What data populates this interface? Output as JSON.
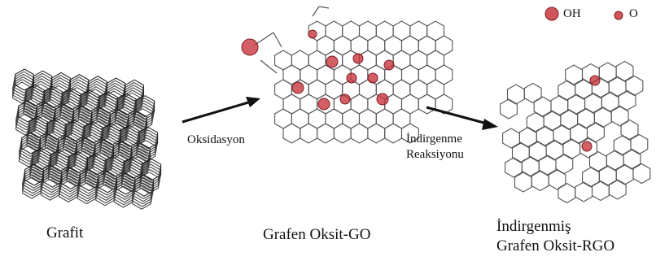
{
  "legend": {
    "oh_label": "OH",
    "o_label": "O",
    "oh_color": "#c8363f",
    "o_color": "#c8363f"
  },
  "steps": [
    {
      "name": "Grafit"
    },
    {
      "name": "Grafen Oksit-GO"
    },
    {
      "name_line1": "İndirgenmiş",
      "name_line2": "Grafen Oksit-RGO"
    }
  ],
  "reactions": [
    {
      "label_line1": "Oksidasyon",
      "label_line2": ""
    },
    {
      "label_line1": "İndirgenme",
      "label_line2": "Reaksiyonu"
    }
  ],
  "colors": {
    "line": "#555555",
    "arrow": "#111111",
    "group": "#c8363f"
  }
}
